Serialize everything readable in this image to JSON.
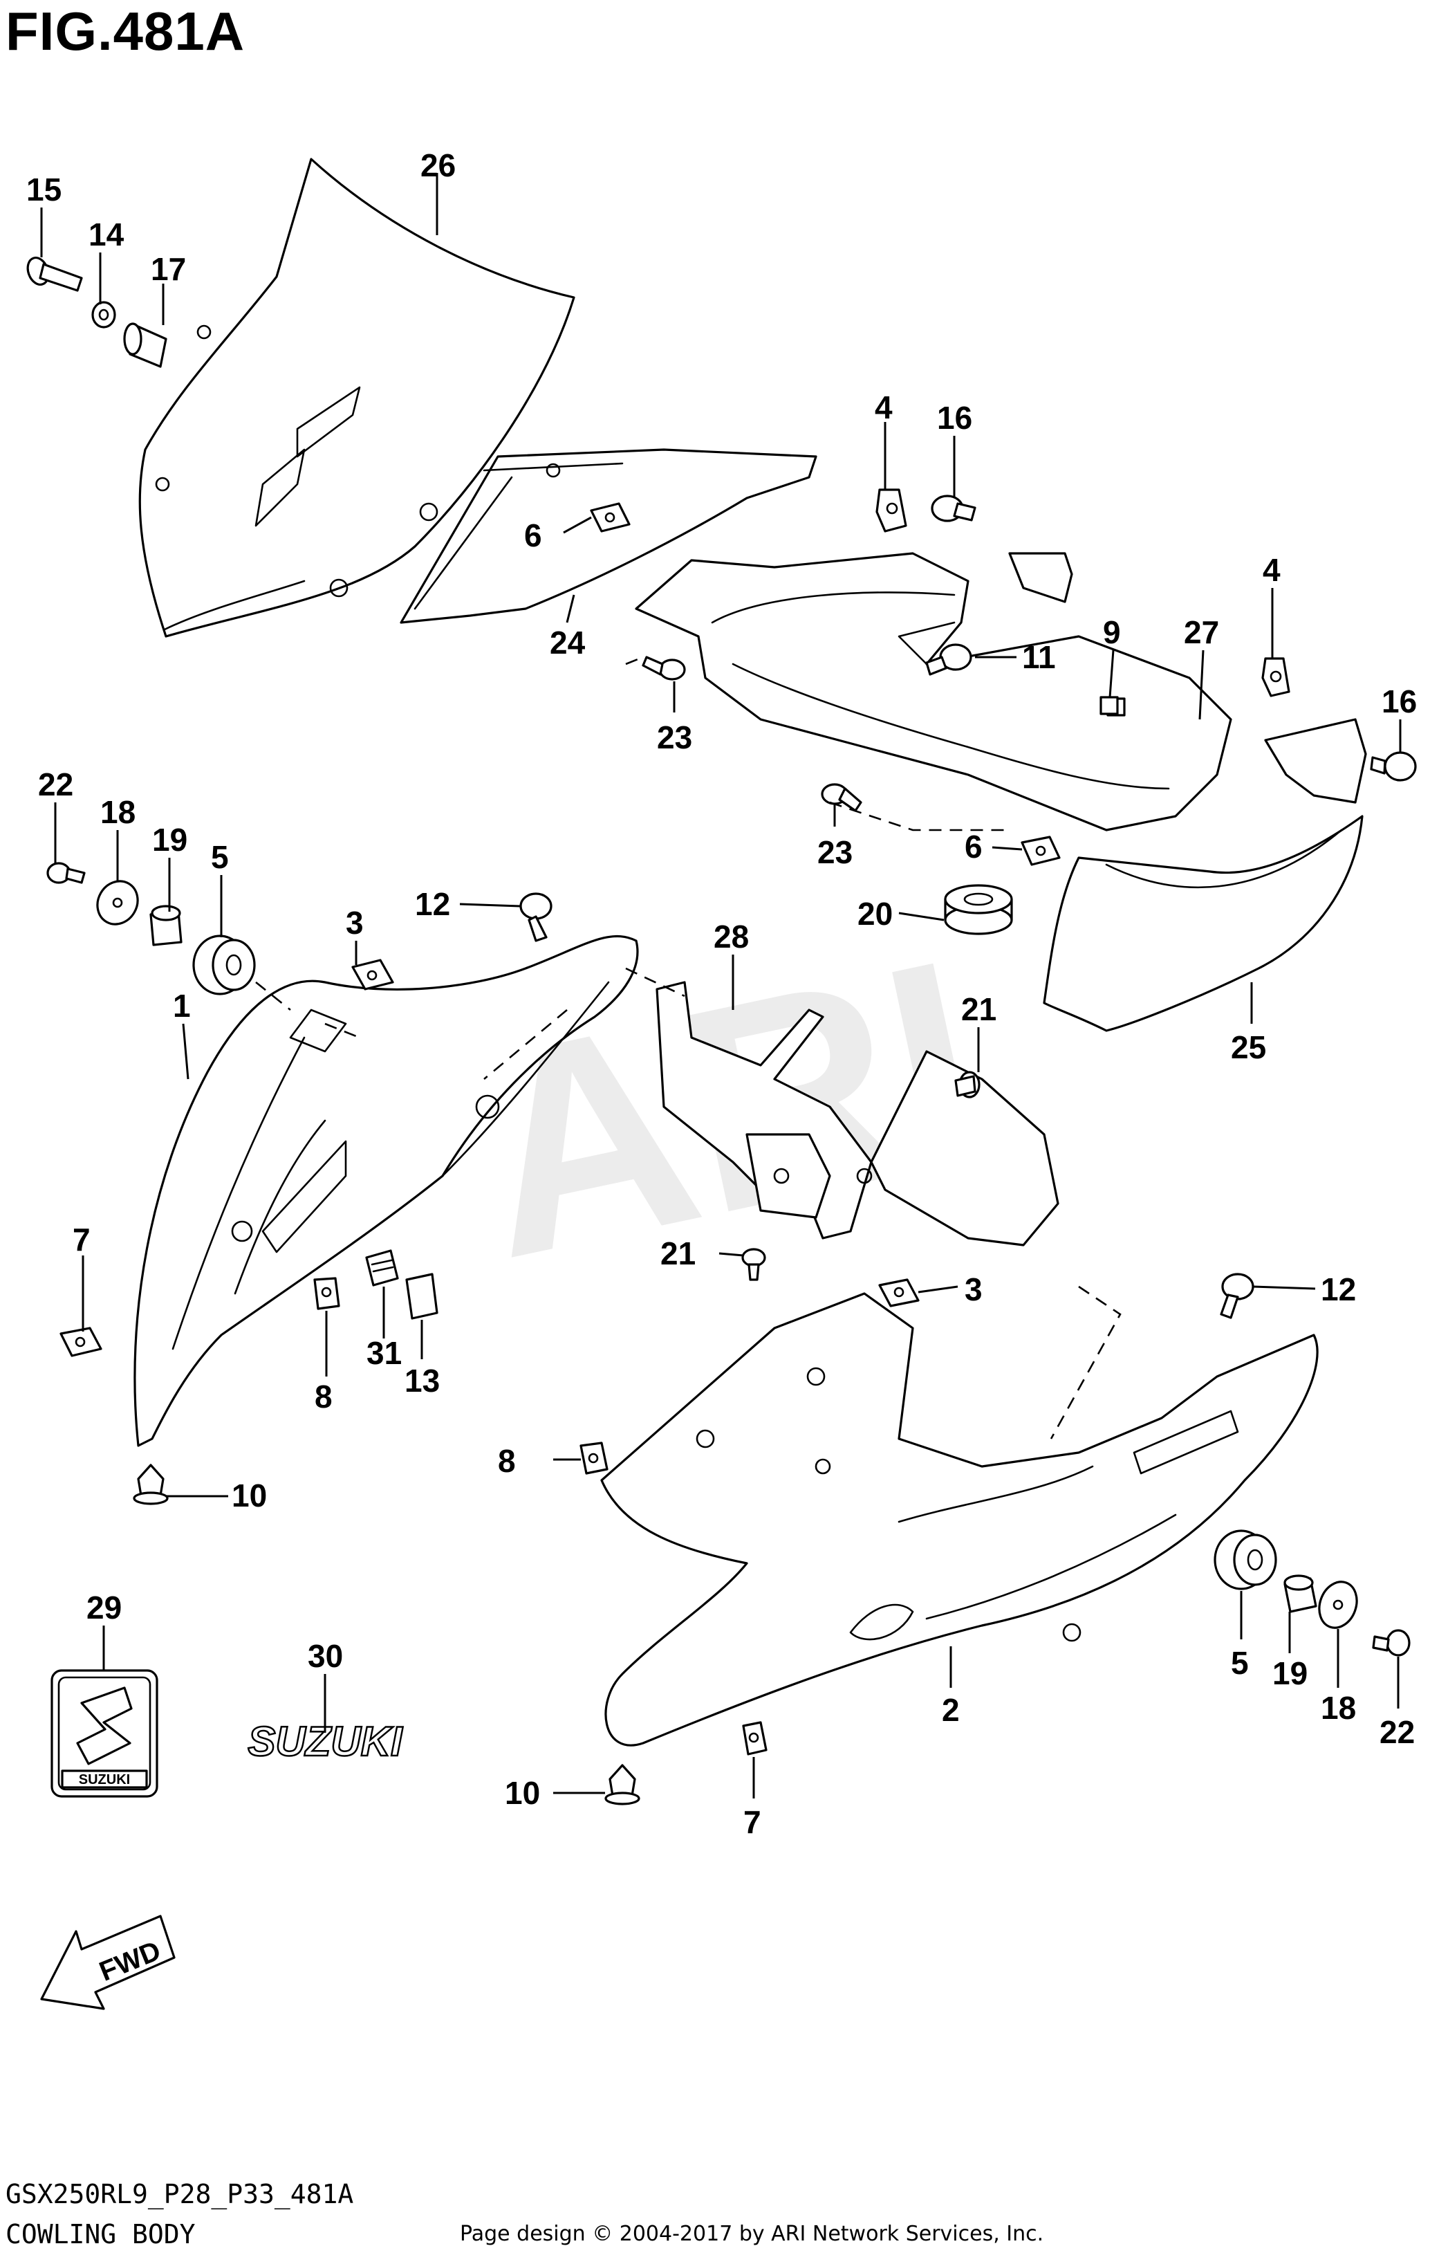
{
  "figure_title": "FIG.481A",
  "diagram_code": "GSX250RL9_P28_P33_481A",
  "diagram_name": "COWLING BODY",
  "copyright": "Page design © 2004-2017 by ARI Network Services, Inc.",
  "watermark": "ARI",
  "emblem_text": "SUZUKI",
  "decal_text": "SUZUKI",
  "fwd_label": "FWD",
  "callouts": {
    "c1": "1",
    "c2": "2",
    "c3a": "3",
    "c3b": "3",
    "c4a": "4",
    "c4b": "4",
    "c5a": "5",
    "c5b": "5",
    "c6a": "6",
    "c6b": "6",
    "c7a": "7",
    "c7b": "7",
    "c8a": "8",
    "c8b": "8",
    "c9": "9",
    "c10a": "10",
    "c10b": "10",
    "c11": "11",
    "c12a": "12",
    "c12b": "12",
    "c13": "13",
    "c14": "14",
    "c15": "15",
    "c16a": "16",
    "c16b": "16",
    "c17": "17",
    "c18a": "18",
    "c18b": "18",
    "c19a": "19",
    "c19b": "19",
    "c20": "20",
    "c21a": "21",
    "c21b": "21",
    "c22a": "22",
    "c22b": "22",
    "c23a": "23",
    "c23b": "23",
    "c24": "24",
    "c25": "25",
    "c26": "26",
    "c27": "27",
    "c28": "28",
    "c29": "29",
    "c30": "30",
    "c31": "31"
  }
}
